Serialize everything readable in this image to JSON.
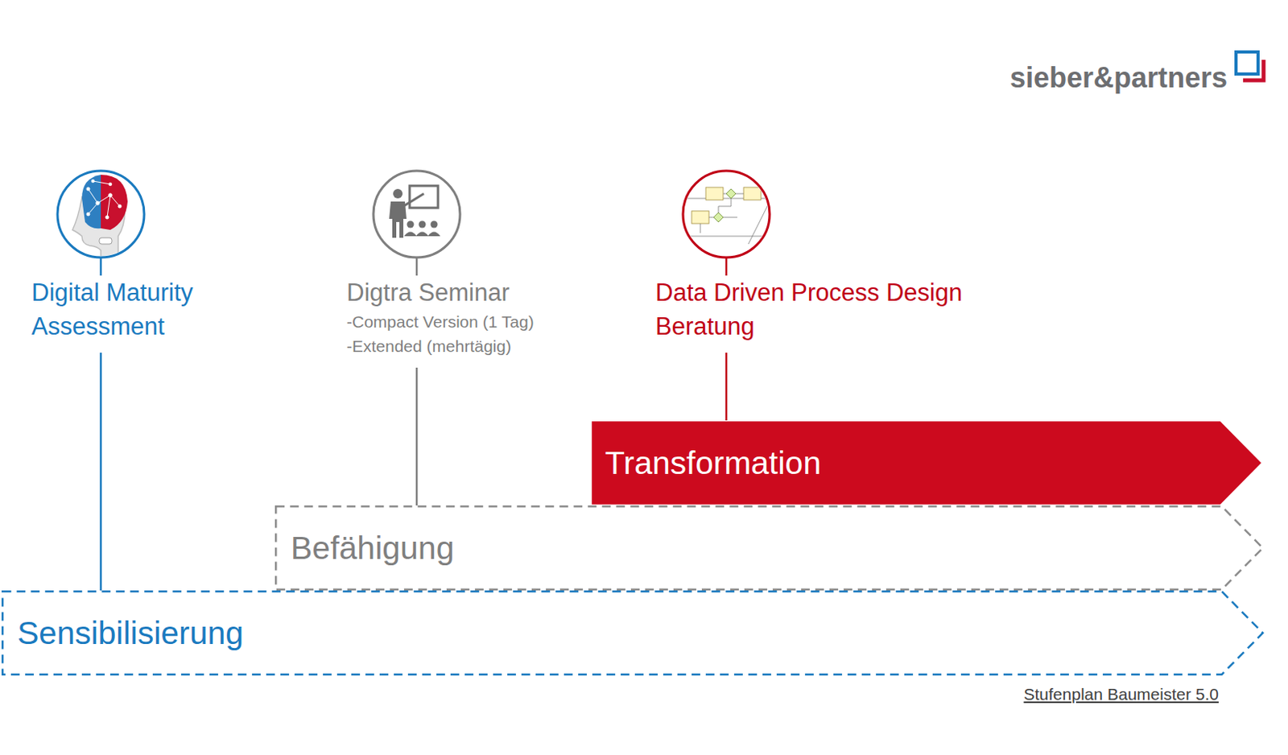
{
  "diagram": {
    "caption": "Stufenplan Baumeister 5.0",
    "nodes": [
      {
        "text": [
          "Digital Maturity Assessment"
        ]
      },
      {
        "text": [
          "Digtra Seminar",
          "-Compact Version (1 Tag)",
          "-Extended (mehrtägig)"
        ]
      },
      {
        "text": [
          "Data Driven Process Design Beratung"
        ]
      },
      {
        "text": [
          "Transformation"
        ]
      },
      {
        "text": [
          "Befähigung"
        ]
      },
      {
        "text": [
          "Sensibilisierung"
        ]
      }
    ],
    "edges": [
      {
        "from": 0,
        "to": 5,
        "arrow": "none"
      },
      {
        "from": 1,
        "to": 4,
        "arrow": "none"
      },
      {
        "from": 2,
        "to": 3,
        "arrow": "none"
      }
    ],
    "labels": [
      "sieber&partners"
    ]
  }
}
